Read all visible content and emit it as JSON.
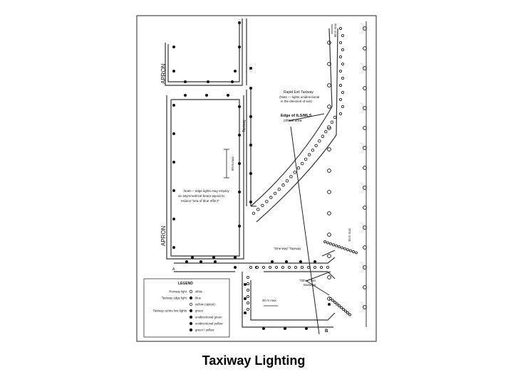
{
  "caption": "Taxiway Lighting",
  "labels": {
    "apron_top": "APRON",
    "apron_bottom": "APRON",
    "taxiway": "Taxiway",
    "rapid_exit_1": "Rapid Exit Taxiway",
    "rapid_exit_2": "(Note — lights unidirectional",
    "rapid_exit_3": "in the direction of exit)",
    "edge_ils_1": "Edge of ILS/MLS",
    "edge_ils_2": "critical area",
    "note_1": "Note— edge lights may employ",
    "note_2": "an asymmetrical beam layout to",
    "note_3": "reduce \"sea of blue effect\"",
    "oneway": "\"One-way\" Taxiway",
    "other_exit_1": "\"Other\" exit",
    "other_exit_2": "taxiways",
    "dim_60_max": "60 m max",
    "dim_30_max": "30 m max",
    "dim_15": "15 m max",
    "dim_top": "60 m max",
    "b_label": "B",
    "a_label": "A"
  },
  "legend": {
    "title": "LEGEND",
    "items": [
      {
        "label": "Runway light",
        "symbol": "open-circle",
        "value": "white"
      },
      {
        "label": "Taxiway edge light",
        "symbol": "filled-dot",
        "value": "blue"
      },
      {
        "label": "",
        "symbol": "open-dot",
        "value": "yellow (option)"
      },
      {
        "label": "Taxiway centre line lights",
        "symbol": "filled-dot",
        "value": "green"
      },
      {
        "label": "",
        "symbol": "half-dot",
        "value": "unidirectional green"
      },
      {
        "label": "",
        "symbol": "half-dot",
        "value": "unidirectional yellow"
      },
      {
        "label": "",
        "symbol": "half-dot",
        "value": "green / yellow"
      }
    ]
  }
}
